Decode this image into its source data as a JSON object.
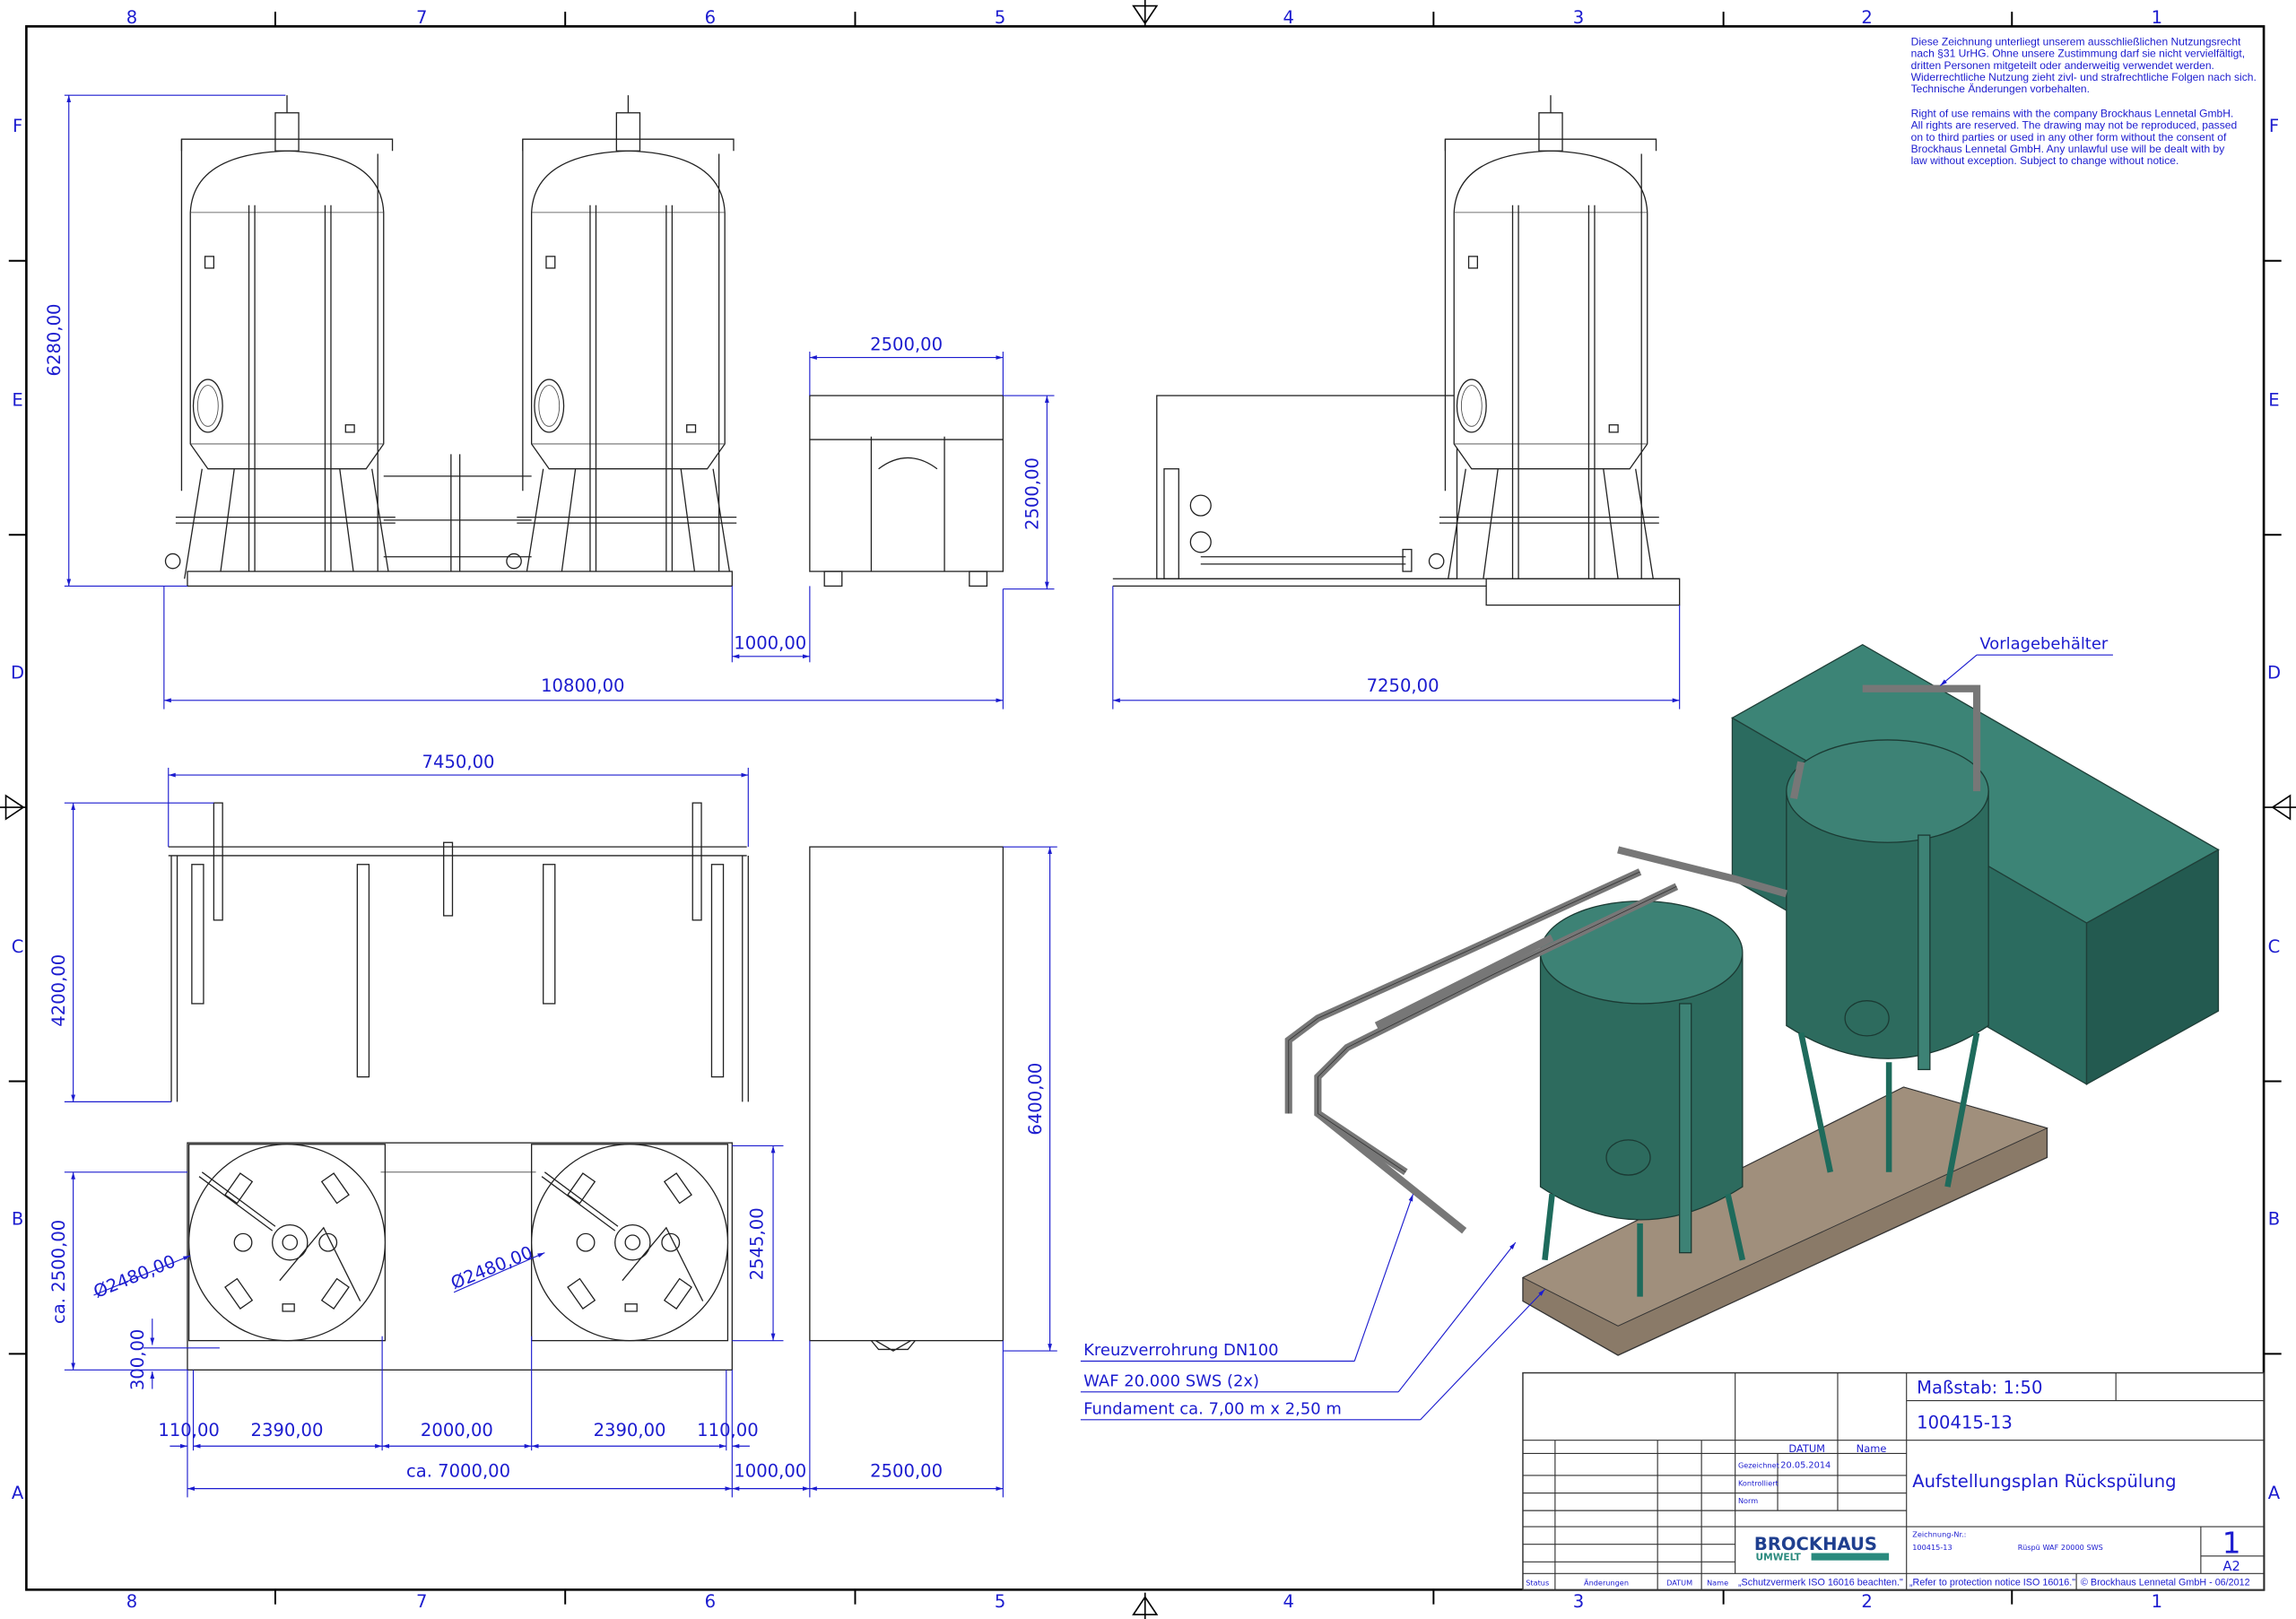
{
  "frame": {
    "columns": [
      "8",
      "7",
      "6",
      "5",
      "4",
      "3",
      "2",
      "1"
    ],
    "rows": [
      "F",
      "E",
      "D",
      "C",
      "B",
      "A"
    ]
  },
  "notice": {
    "de": [
      "Diese Zeichnung unterliegt unserem ausschließlichen Nutzungsrecht",
      "nach §31 UrHG. Ohne unsere Zustimmung darf  sie nicht vervielfältigt,",
      "dritten Personen mitgeteilt oder anderweitig verwendet werden.",
      "Widerrechtliche Nutzung zieht zivl- und strafrechtliche Folgen nach sich.",
      "Technische Änderungen vorbehalten."
    ],
    "en": [
      "Right of use remains with the company Brockhaus Lennetal GmbH.",
      "All rights are reserved. The drawing may not be reproduced, passed",
      "on to third parties or used in any other form without the consent of",
      "Brockhaus Lennetal GmbH. Any unlawful use will be dealt with by",
      "law without exception. Subject to change without notice."
    ]
  },
  "dimensions": {
    "front_height": "6280,00",
    "box_width_top": "2500,00",
    "box_height": "2500,00",
    "gap_front": "1000,00",
    "total_length": "10800,00",
    "side_length": "7250,00",
    "pipe_width": "7450,00",
    "pipe_depth": "4200,00",
    "box_depth": "6400,00",
    "diameter_left": "Ø2480,00",
    "diameter_right": "Ø2480,00",
    "base_depth": "ca. 2500,00",
    "base_offset": "300,00",
    "tank_depth": "2545,00",
    "seg_110_left": "110,00",
    "seg_2390_left": "2390,00",
    "seg_2000": "2000,00",
    "seg_2390_right": "2390,00",
    "seg_110_right": "110,00",
    "overall": "ca. 7000,00",
    "gap_bottom": "1000,00",
    "box_width_bottom": "2500,00"
  },
  "callouts": {
    "tank_box": "Vorlagebehälter",
    "piping": "Kreuzverrohrung DN100",
    "tanks": "WAF 20.000 SWS (2x)",
    "foundation": "Fundament ca. 7,00 m x 2,50 m"
  },
  "colors": {
    "drawing_blue": "#1c1ccf",
    "tank_green": "#2d6b5e",
    "foundation": "#8a7a68"
  },
  "title_block": {
    "scale": "Maßstab: 1:50",
    "project_no": "100415-13",
    "title": "Aufstellungsplan Rückspülung",
    "datum_header": "DATUM",
    "name_header": "Name",
    "drawn_label": "Gezeichnet",
    "drawn_date": "20.05.2014",
    "checked_label": "Kontrolliert",
    "norm_label": "Norm",
    "logo_main": "BROCKHAUS",
    "logo_sub": "UMWELT",
    "drawing_no_label": "Zeichnung-Nr.:",
    "drawing_no": "100415-13",
    "drawing_desc": "Rüspü WAF 20000 SWS",
    "sheet": "1",
    "format": "A2",
    "rev_status": "Status",
    "rev_changes": "Änderungen",
    "rev_date": "DATUM",
    "rev_name": "Name",
    "protection_de": "„Schutzvermerk ISO 16016 beachten.\"",
    "protection_en": "„Refer to protection notice ISO 16016.\"",
    "copyright": "© Brockhaus Lennetal GmbH - 06/2012"
  }
}
